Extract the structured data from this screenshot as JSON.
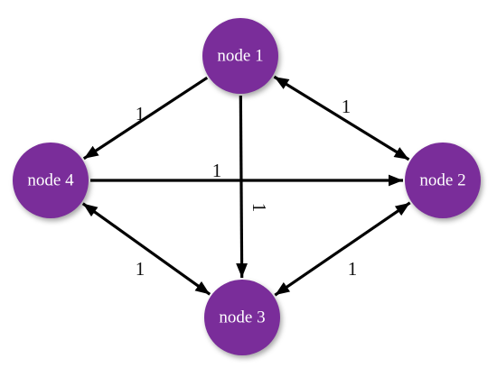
{
  "colors": {
    "node_fill": "#7a2d9a",
    "edge": "#000000",
    "label_text": "#ffffff",
    "edge_label_text": "#111111"
  },
  "nodes": [
    {
      "id": "node1",
      "label": "node 1"
    },
    {
      "id": "node2",
      "label": "node 2"
    },
    {
      "id": "node3",
      "label": "node 3"
    },
    {
      "id": "node4",
      "label": "node 4"
    }
  ],
  "edges": [
    {
      "id": "e14",
      "from": "node1",
      "to": "node4",
      "direction": "forward",
      "weight": "1"
    },
    {
      "id": "e12",
      "from": "node1",
      "to": "node2",
      "direction": "both",
      "weight": "1"
    },
    {
      "id": "e13",
      "from": "node1",
      "to": "node3",
      "direction": "forward",
      "weight": "1"
    },
    {
      "id": "e42",
      "from": "node4",
      "to": "node2",
      "direction": "forward",
      "weight": "1"
    },
    {
      "id": "e43",
      "from": "node4",
      "to": "node3",
      "direction": "both",
      "weight": "1"
    },
    {
      "id": "e23",
      "from": "node2",
      "to": "node3",
      "direction": "both",
      "weight": "1"
    }
  ]
}
